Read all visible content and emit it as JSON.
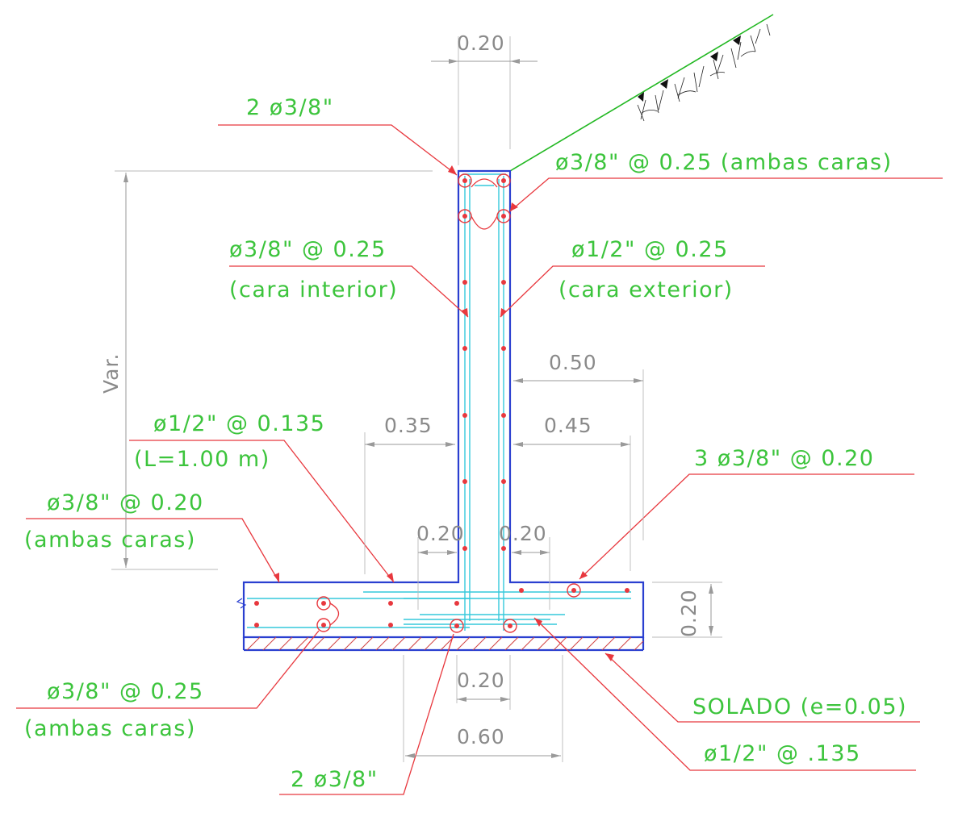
{
  "labels": {
    "top_two_bars": "2 ø3/8\"",
    "stem_top_both_faces": "ø3/8\" @ 0.25 (ambas caras)",
    "stem_interior_spacing": "ø3/8\" @ 0.25",
    "stem_interior_face": "(cara interior)",
    "stem_exterior_spacing": "ø1/2\" @ 0.25",
    "stem_exterior_face": "(cara exterior)",
    "dowel_spacing": "ø1/2\" @ 0.135",
    "dowel_length": "(L=1.00 m)",
    "heel_top_spacing": "ø3/8\" @ 0.20",
    "heel_top_faces": "(ambas caras)",
    "toe_bars": "3 ø3/8\" @ 0.20",
    "footing_bottom_spacing": "ø3/8\" @ 0.25",
    "footing_bottom_faces": "(ambas caras)",
    "key_bars": "2 ø3/8\"",
    "solado": "SOLADO (e=0.05)",
    "footing_main": "ø1/2\" @ .135"
  },
  "dimensions": {
    "stem_width": "0.20",
    "height": "Var.",
    "toe_outer": "0.50",
    "toe_inner": "0.45",
    "heel": "0.35",
    "left_offset": "0.20",
    "right_offset": "0.20",
    "footing_thickness": "0.20",
    "key_width": "0.20",
    "key_span": "0.60"
  },
  "colors": {
    "labels": "#3cc43c",
    "concrete_outline": "#2a3fd0",
    "rebar": "#35c9dc",
    "leaders": "#e8383e",
    "dimensions": "#8a8a8a",
    "ground_line": "#22b822"
  }
}
